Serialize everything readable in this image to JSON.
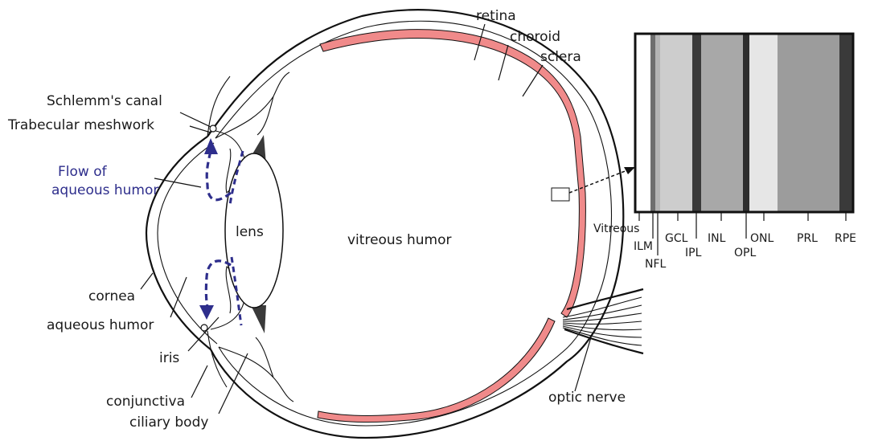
{
  "labels": {
    "retina": "retina",
    "choroid": "choroid",
    "sclera": "sclera",
    "schlemm": "Schlemm's canal",
    "trabecular": "Trabecular meshwork",
    "flow_line1": "Flow of",
    "flow_line2": "aqueous humor",
    "lens": "lens",
    "vitreous_humor": "vitreous humor",
    "cornea": "cornea",
    "aqueous_humor": "aqueous humor",
    "iris": "iris",
    "conjunctiva": "conjunctiva",
    "ciliary_body": "ciliary body",
    "optic_nerve": "optic nerve"
  },
  "retina_layers": {
    "vitreous": "Vitreous",
    "ilm": "ILM",
    "nfl": "NFL",
    "gcl": "GCL",
    "ipl": "IPL",
    "inl": "INL",
    "opl": "OPL",
    "onl": "ONL",
    "prl": "PRL",
    "rpe": "RPE"
  },
  "colors": {
    "choroid_fill": "#f08a8a",
    "flow_arrow": "#2e2e8c",
    "iris_dark": "#3a3a3a"
  }
}
